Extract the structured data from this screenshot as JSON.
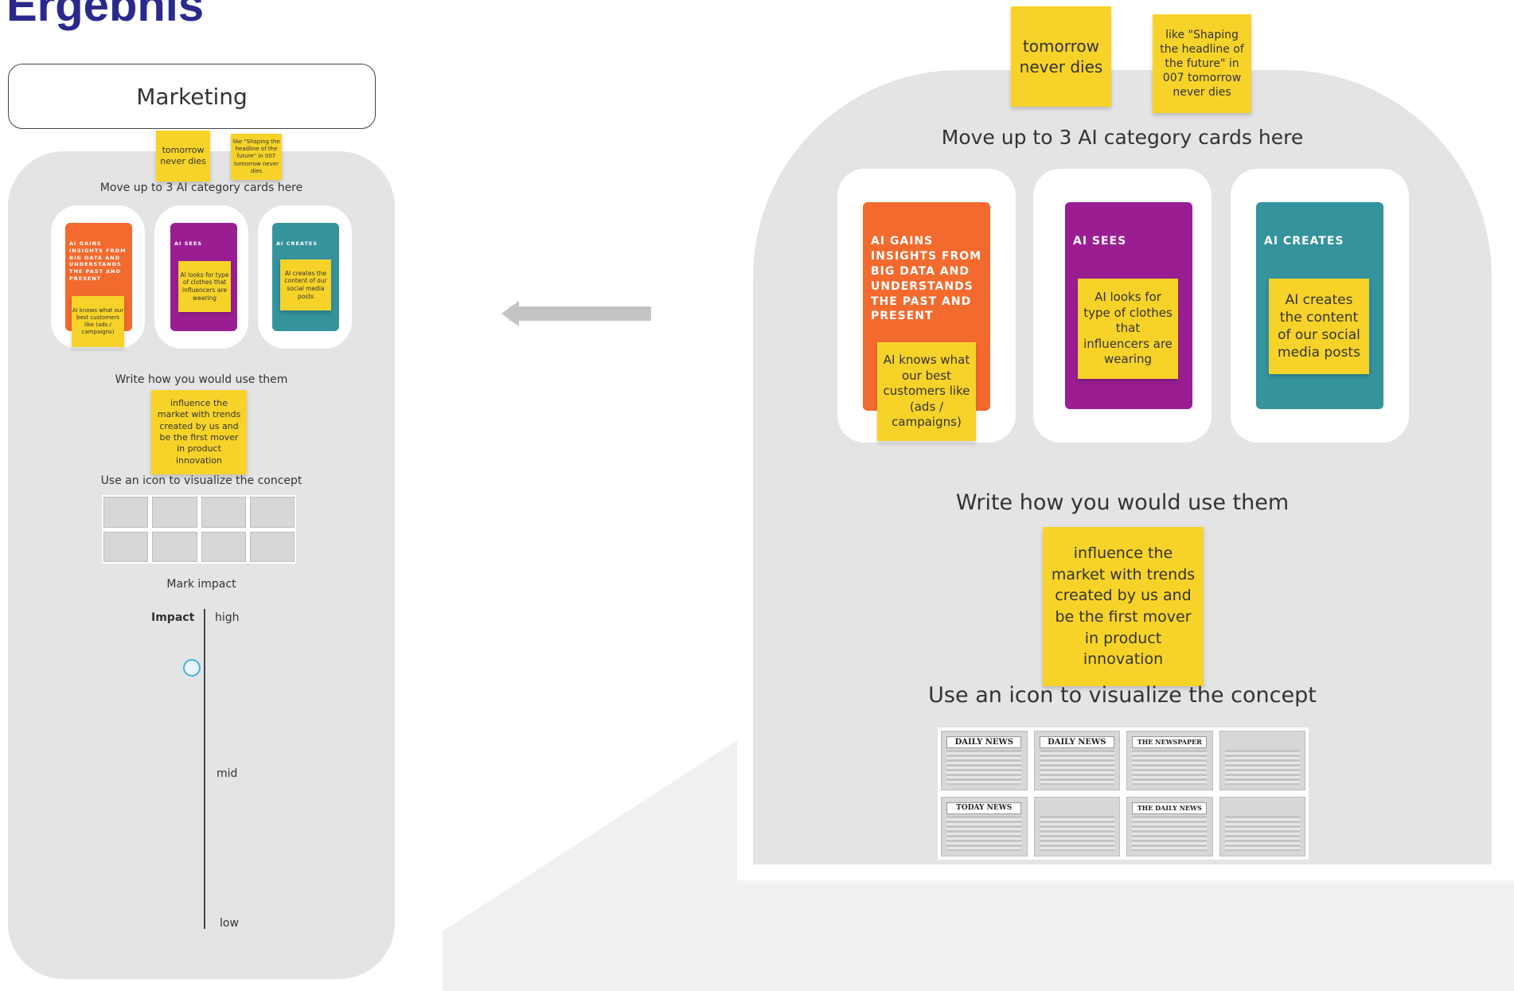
{
  "page_title": "Ergebnis",
  "colors": {
    "sticky": "#f7d32a",
    "orange_card": "#f26a2e",
    "purple_card": "#9a1e92",
    "teal_card": "#34939d",
    "board": "#e4e4e4",
    "title_blue": "#2a2a8c"
  },
  "left_panel": {
    "marketing_label": "Marketing",
    "sticky_top_1": "tomorrow never dies",
    "sticky_top_2": "like \"Shaping the headline of the future\" in 007 tomorrow never dies",
    "move_cards_label": "Move up to 3 AI category cards here",
    "cards": [
      {
        "title": "AI GAINS INSIGHTS FROM BIG DATA AND UNDERSTANDS THE PAST AND PRESENT",
        "note": "AI knows what our best customers like (ads / campaigns)"
      },
      {
        "title": "AI SEES",
        "note": "AI looks for type of clothes that influencers are wearing"
      },
      {
        "title": "AI CREATES",
        "note": "AI creates the content of our social media posts"
      }
    ],
    "write_use_label": "Write how you would use them",
    "use_note": "influence the market with trends created by us and be the first mover in product innovation",
    "icon_label": "Use an icon to visualize the concept",
    "mark_impact_label": "Mark impact",
    "impact_axis_title": "Impact",
    "impact_high": "high",
    "impact_mid": "mid",
    "impact_low": "low",
    "impact_value": 0.84
  },
  "right_panel": {
    "sticky_top_1": "tomorrow never dies",
    "sticky_top_2": "like \"Shaping the headline of the future\" in 007 tomorrow never dies",
    "move_cards_label": "Move up to 3 AI category cards here",
    "cards": [
      {
        "title": "AI GAINS INSIGHTS FROM BIG DATA AND UNDERSTANDS THE PAST AND PRESENT",
        "note": "AI knows what our best customers like (ads / campaigns)"
      },
      {
        "title": "AI SEES",
        "note": "AI looks for type of clothes that influencers are wearing"
      },
      {
        "title": "AI CREATES",
        "note": "AI creates the content of our social media posts"
      }
    ],
    "write_use_label": "Write how you would use them",
    "use_note": "influence the market with trends created by us and be the first mover in product innovation",
    "icon_label": "Use an icon to visualize the concept",
    "newspaper_tiles": [
      "DAILY NEWS",
      "DAILY NEWS",
      "THE NEWSPAPER",
      "",
      "TODAY NEWS",
      "",
      "THE DAILY NEWS",
      ""
    ]
  }
}
